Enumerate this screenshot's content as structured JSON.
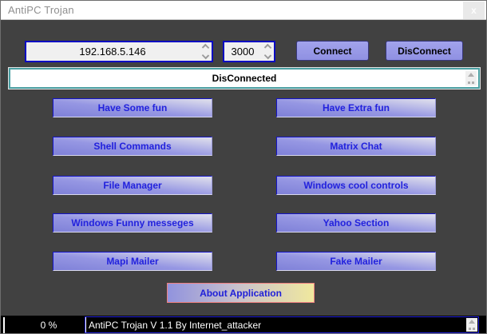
{
  "window": {
    "title": "AntiPC Trojan",
    "close_glyph": "x"
  },
  "connection": {
    "ip_value": "192.168.5.146",
    "port_value": "3000",
    "connect_label": "Connect",
    "disconnect_label": "DisConnect",
    "status_text": "DisConnected"
  },
  "features": {
    "left": [
      "Have Some fun",
      "Shell Commands",
      "File Manager",
      "Windows Funny messeges",
      "Mapi Mailer"
    ],
    "right": [
      "Have Extra fun",
      "Matrix Chat",
      "Windows cool controls",
      "Yahoo Section",
      "Fake Mailer"
    ]
  },
  "about": {
    "label": "About Application"
  },
  "statusbar": {
    "progress_label": "0 %",
    "credit_text": "AntiPC Trojan V 1.1 By Internet_attacker"
  },
  "colors": {
    "body_background": "#414141",
    "titlebar_background": "#ffffff",
    "button_periwinkle": "#9596e8",
    "feature_text_blue": "#2222dd",
    "status_border_teal": "#4a9fa2",
    "about_border_red": "#ef8080",
    "bottom_bar_black": "#000000"
  }
}
